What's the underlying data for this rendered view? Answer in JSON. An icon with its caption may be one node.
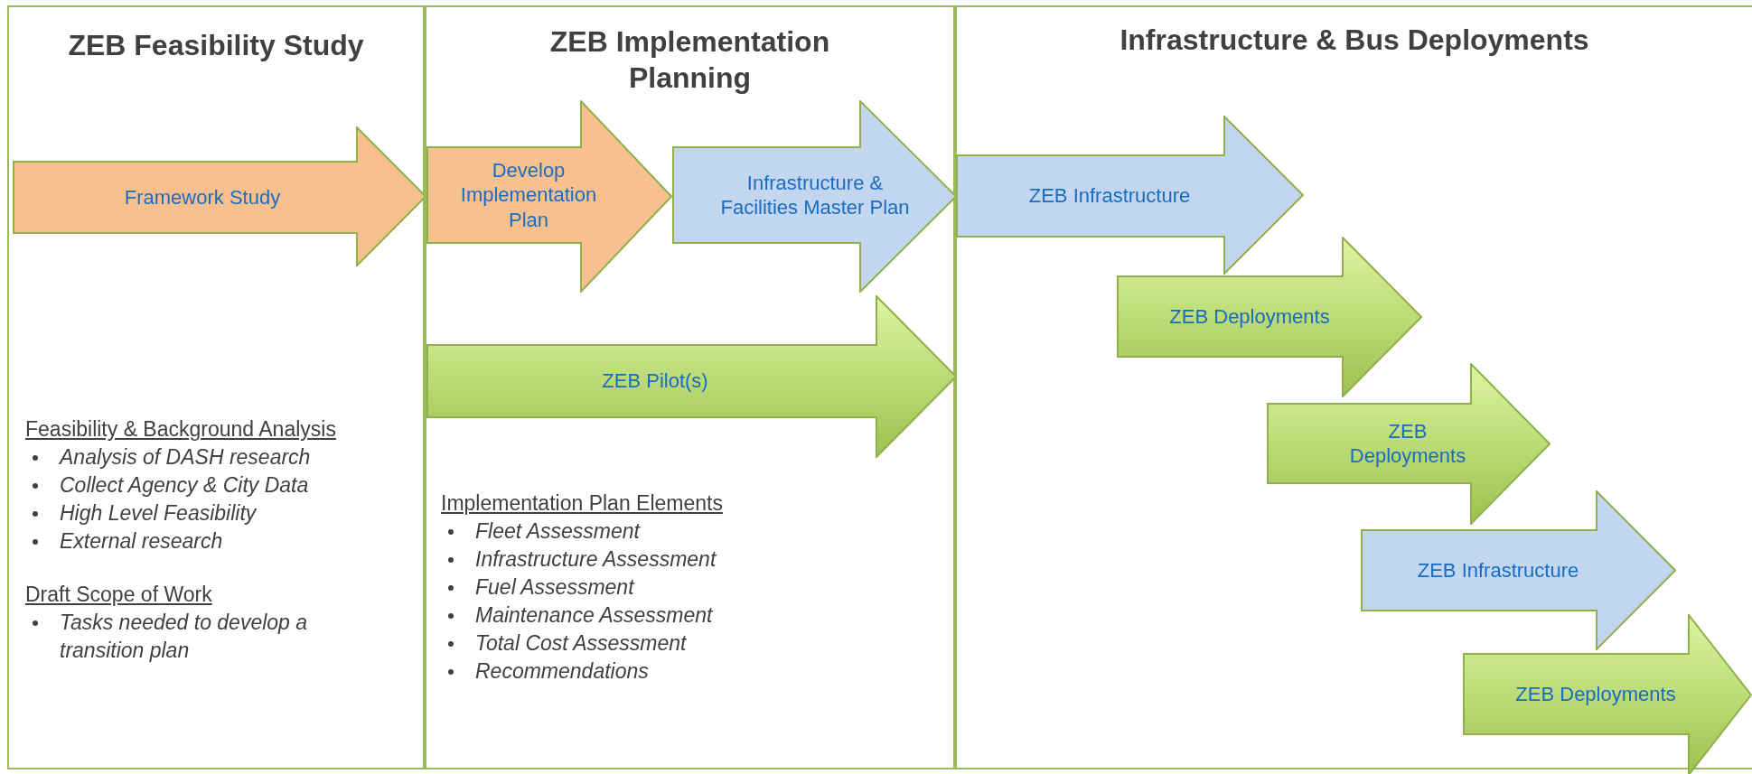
{
  "diagram": {
    "nodes": [
      {
        "text": [
          "ZEB Feasibility Study",
          "Feasibility & Background Analysis",
          "Analysis of DASH research",
          "Collect Agency & City Data",
          "High Level Feasibility",
          "External research",
          "Draft Scope of Work",
          "Tasks needed to develop a transition plan"
        ]
      },
      {
        "text": [
          "ZEB Implementation Planning",
          "Implementation Plan Elements",
          "Fleet Assessment",
          "Infrastructure Assessment",
          "Fuel Assessment",
          "Maintenance Assessment",
          "Total Cost Assessment",
          "Recommendations"
        ]
      },
      {
        "text": [
          "Infrastructure & Bus Deployments"
        ]
      },
      {
        "text": [
          "Framework Study"
        ],
        "in": 0
      },
      {
        "text": [
          "Develop Implementation Plan"
        ],
        "in": 1
      },
      {
        "text": [
          "Infrastructure & Facilities Master Plan"
        ],
        "in": 1
      },
      {
        "text": [
          "ZEB Pilot(s)"
        ],
        "in": 1
      },
      {
        "text": [
          "ZEB Infrastructure"
        ],
        "in": 2
      },
      {
        "text": [
          "ZEB Deployments"
        ],
        "in": 2
      },
      {
        "text": [
          "ZEB Deployments"
        ],
        "in": 2
      },
      {
        "text": [
          "ZEB Infrastructure"
        ],
        "in": 2
      },
      {
        "text": [
          "ZEB Deployments"
        ],
        "in": 2
      }
    ],
    "edges": []
  }
}
